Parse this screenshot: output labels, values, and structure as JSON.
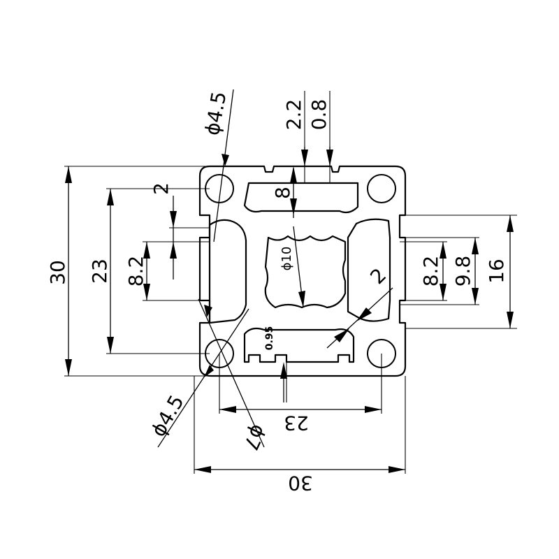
{
  "dimensions": {
    "overall_height": "30",
    "overall_width": "30",
    "hole_pitch_vertical": "23",
    "hole_pitch_horizontal": "23",
    "top_left_hole_dia": "ϕ4.5",
    "bottom_left_hole_dia": "ϕ4.5",
    "counterbore_dia": "ϕ7",
    "center_bore_dia": "ϕ10",
    "slot_width_left": "8.2",
    "slot_width_right": "8.2",
    "slot_inner_right": "9.8",
    "slot_outer_right": "16",
    "lip_depth_left": "2",
    "slot_depth_top": "8",
    "slot_offset_top_a": "2.2",
    "slot_offset_top_b": "0.8",
    "diagonal_wall": "2",
    "web_thickness": "0.95"
  }
}
